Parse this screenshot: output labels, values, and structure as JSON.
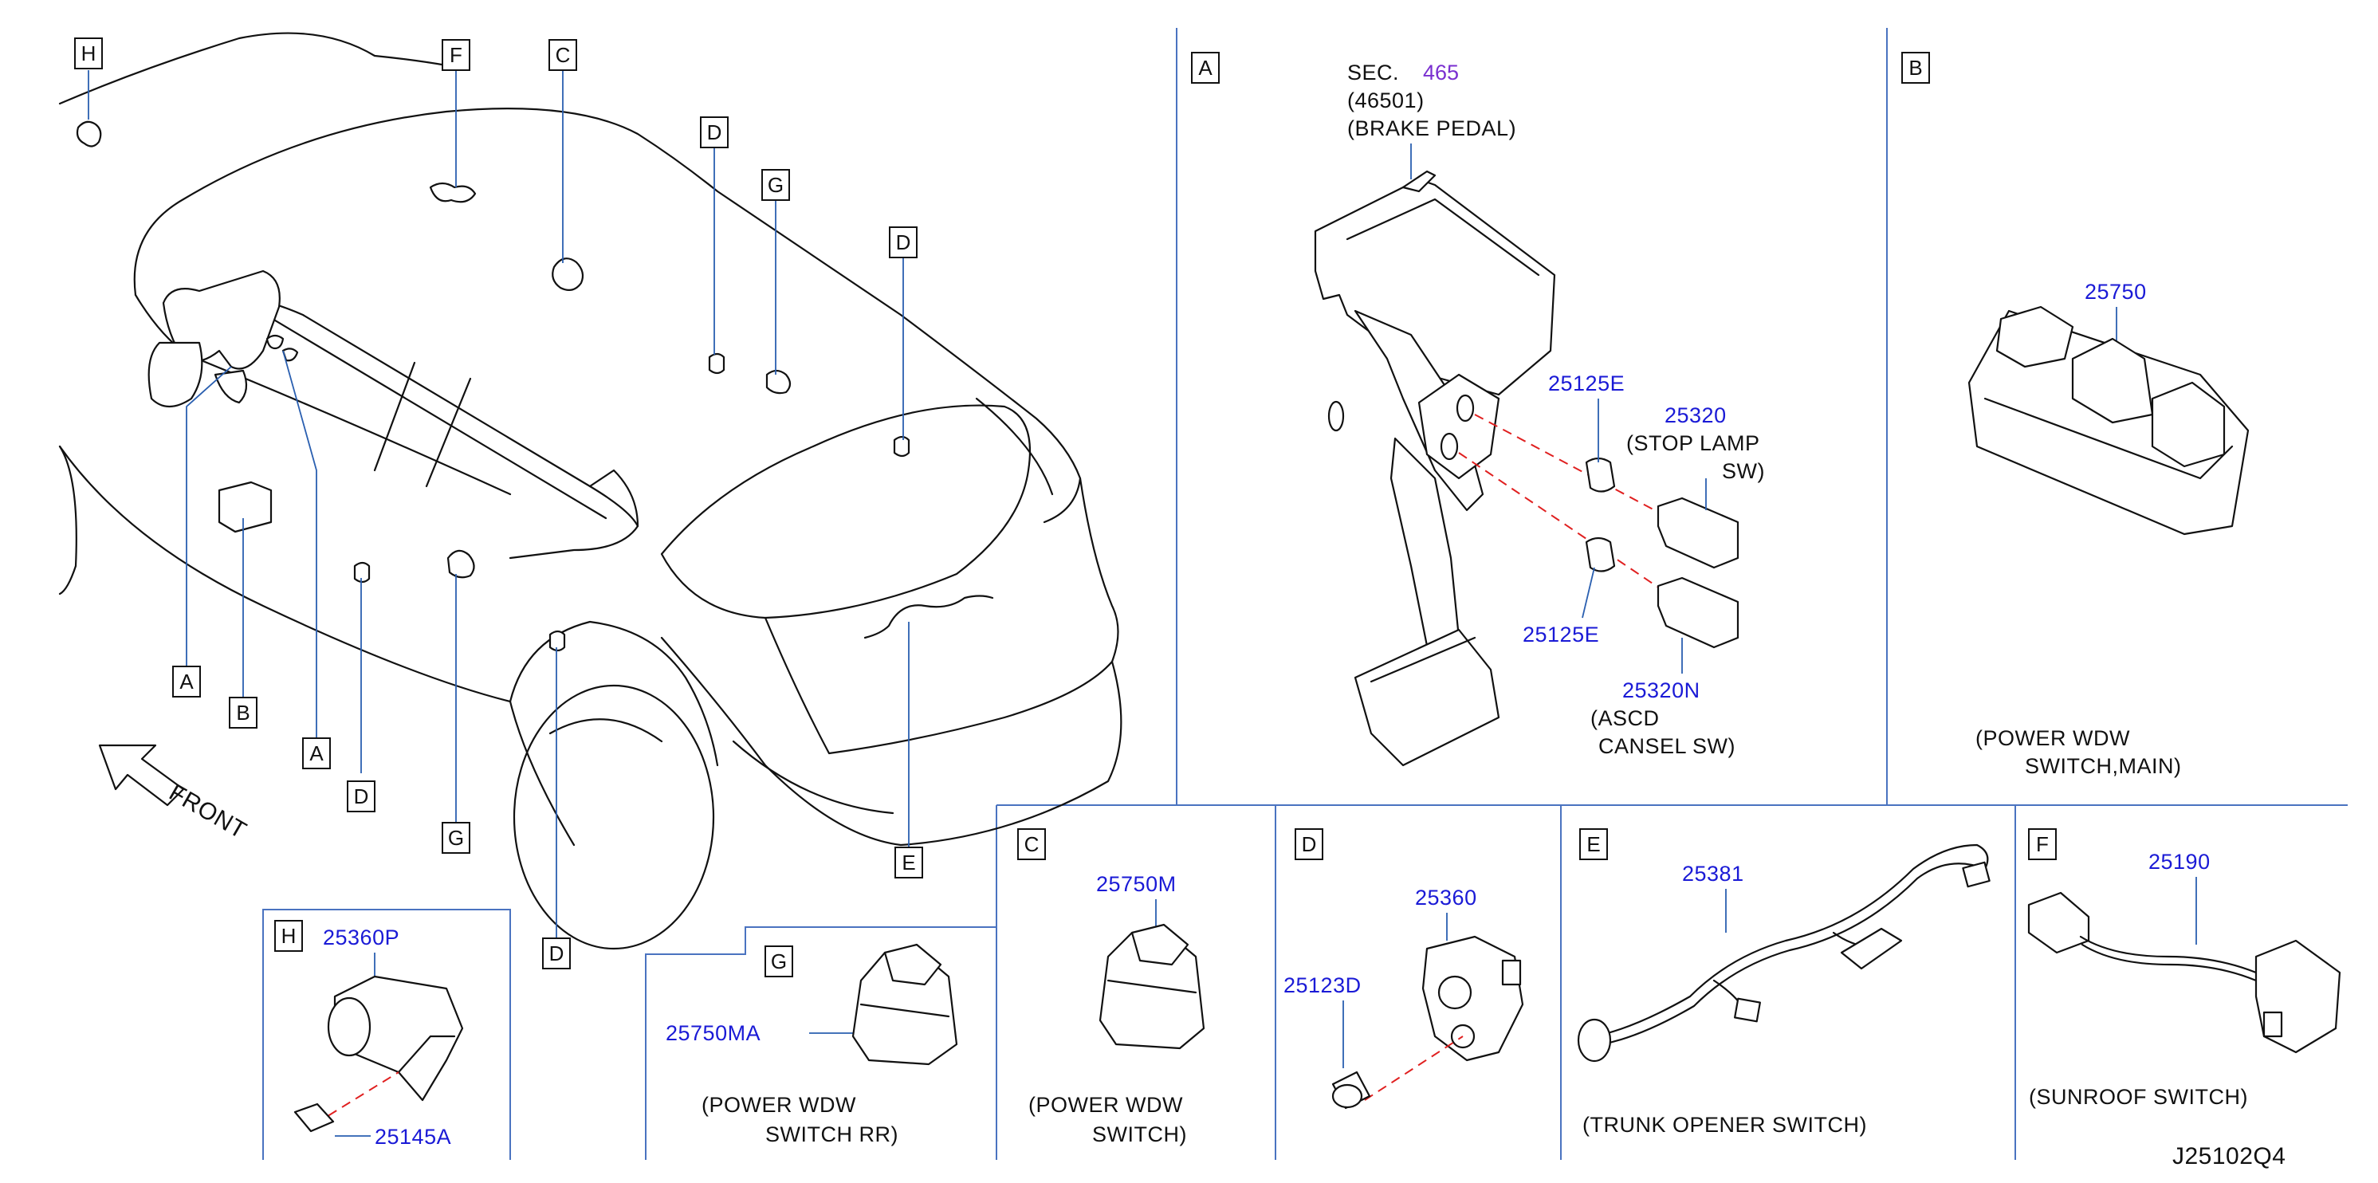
{
  "figure_code": "J25102Q4",
  "front_label": "FRONT",
  "overview_callouts": {
    "H": "H",
    "F": "F",
    "C": "C",
    "D1": "D",
    "G1": "G",
    "D2": "D",
    "A1": "A",
    "B": "B",
    "A2": "A",
    "D3": "D",
    "G2": "G",
    "D4": "D",
    "E": "E"
  },
  "panels": {
    "A": {
      "letter": "A",
      "sec_prefix": "SEC.",
      "sec_number": "465",
      "sec_part": "(46501)",
      "sec_name": "(BRAKE   PEDAL)",
      "part_25125E_top": "25125E",
      "part_25320": "25320",
      "stop_lamp_line1": "(STOP   LAMP",
      "stop_lamp_line2": "SW)",
      "part_25125E_bottom": "25125E",
      "part_25320N": "25320N",
      "ascd_line1": "(ASCD",
      "ascd_line2": "CANSEL   SW)"
    },
    "B": {
      "letter": "B",
      "part": "25750",
      "caption_line1": "(POWER   WDW",
      "caption_line2": "SWITCH,MAIN)"
    },
    "C": {
      "letter": "C",
      "part": "25750M",
      "caption_line1": "(POWER   WDW",
      "caption_line2": "SWITCH)"
    },
    "D": {
      "letter": "D",
      "part_main": "25360",
      "part_clip": "25123D"
    },
    "E": {
      "letter": "E",
      "part": "25381",
      "caption": "(TRUNK   OPENER   SWITCH)"
    },
    "F": {
      "letter": "F",
      "part": "25190",
      "caption": "(SUNROOF   SWITCH)"
    },
    "G": {
      "letter": "G",
      "part": "25750MA",
      "caption_line1": "(POWER   WDW",
      "caption_line2": "SWITCH   RR)"
    },
    "H": {
      "letter": "H",
      "part_main": "25360P",
      "part_bolt": "25145A"
    }
  }
}
